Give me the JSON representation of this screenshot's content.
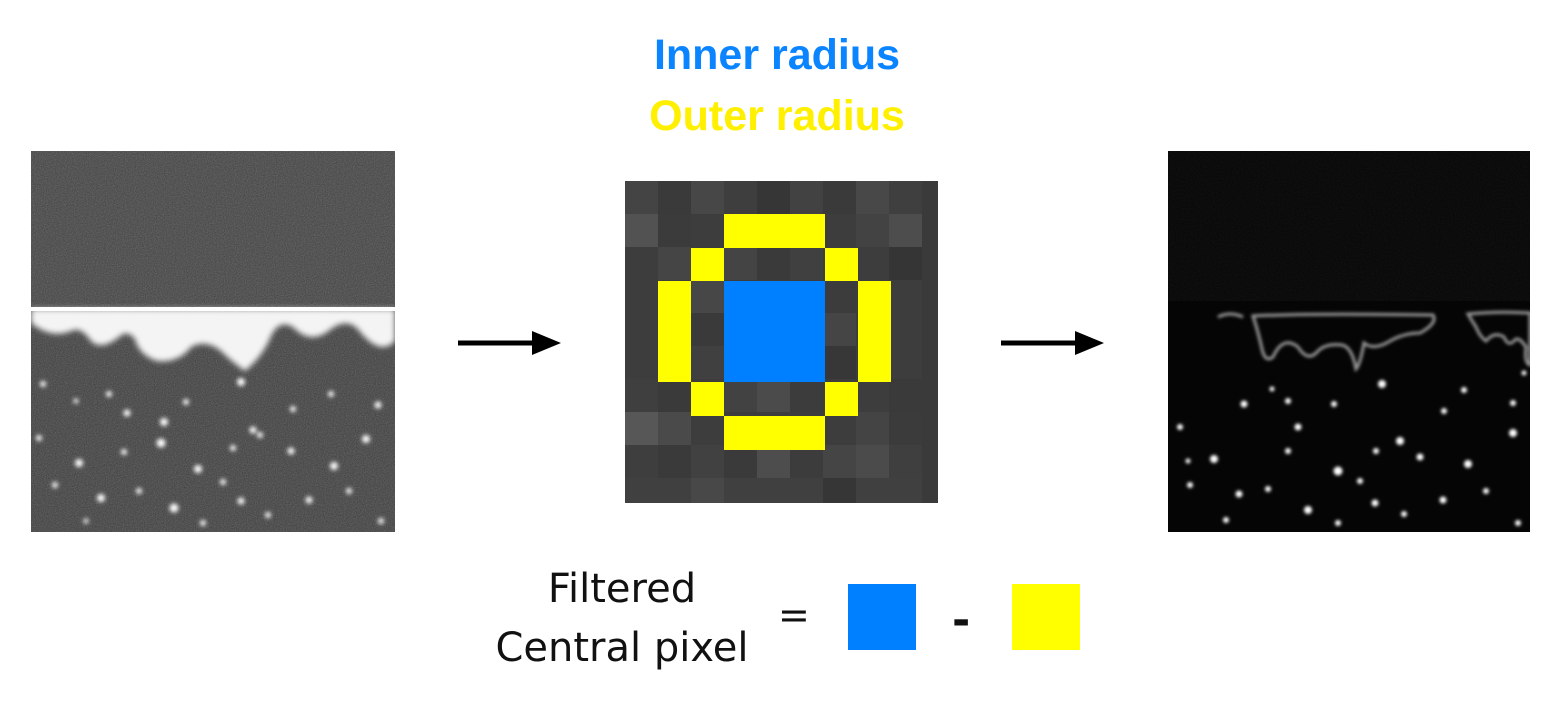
{
  "legend": {
    "inner_label": "Inner radius",
    "outer_label": "Outer radius"
  },
  "equation": {
    "line1": "Filtered",
    "line2": "Central pixel",
    "equals": "=",
    "minus": "-"
  },
  "colors": {
    "inner": "#0080ff",
    "outer": "#ffff00",
    "arrow": "#000000",
    "text": "#111111"
  },
  "icons": [
    "right-arrow-icon",
    "right-arrow-icon"
  ]
}
